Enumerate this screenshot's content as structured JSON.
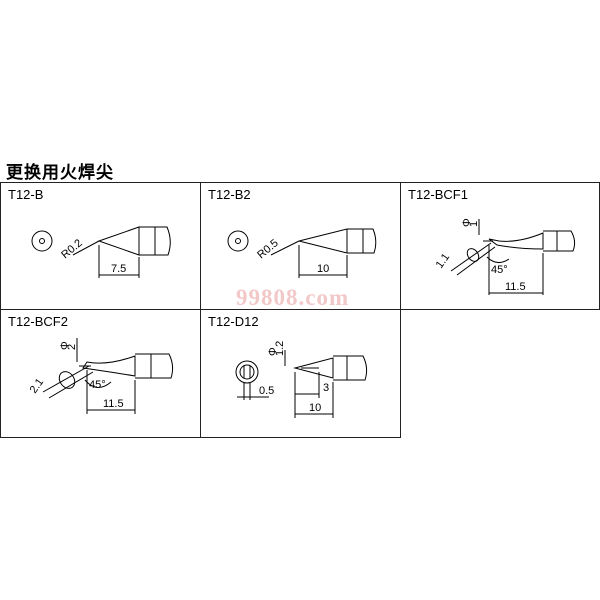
{
  "heading": "更换用火焊尖",
  "watermark": "99808.com",
  "tips": [
    {
      "id": "T12-B",
      "dims": [
        "R0.2",
        "7.5"
      ]
    },
    {
      "id": "T12-B2",
      "dims": [
        "R0.5",
        "10"
      ]
    },
    {
      "id": "T12-BCF1",
      "dims": [
        "1",
        "1.1",
        "45°",
        "11.5"
      ]
    },
    {
      "id": "T12-BCF2",
      "dims": [
        "2",
        "2.1",
        "45°",
        "11.5"
      ]
    },
    {
      "id": "T12-D12",
      "dims": [
        "1.2",
        "0.5",
        "3",
        "10"
      ]
    }
  ]
}
